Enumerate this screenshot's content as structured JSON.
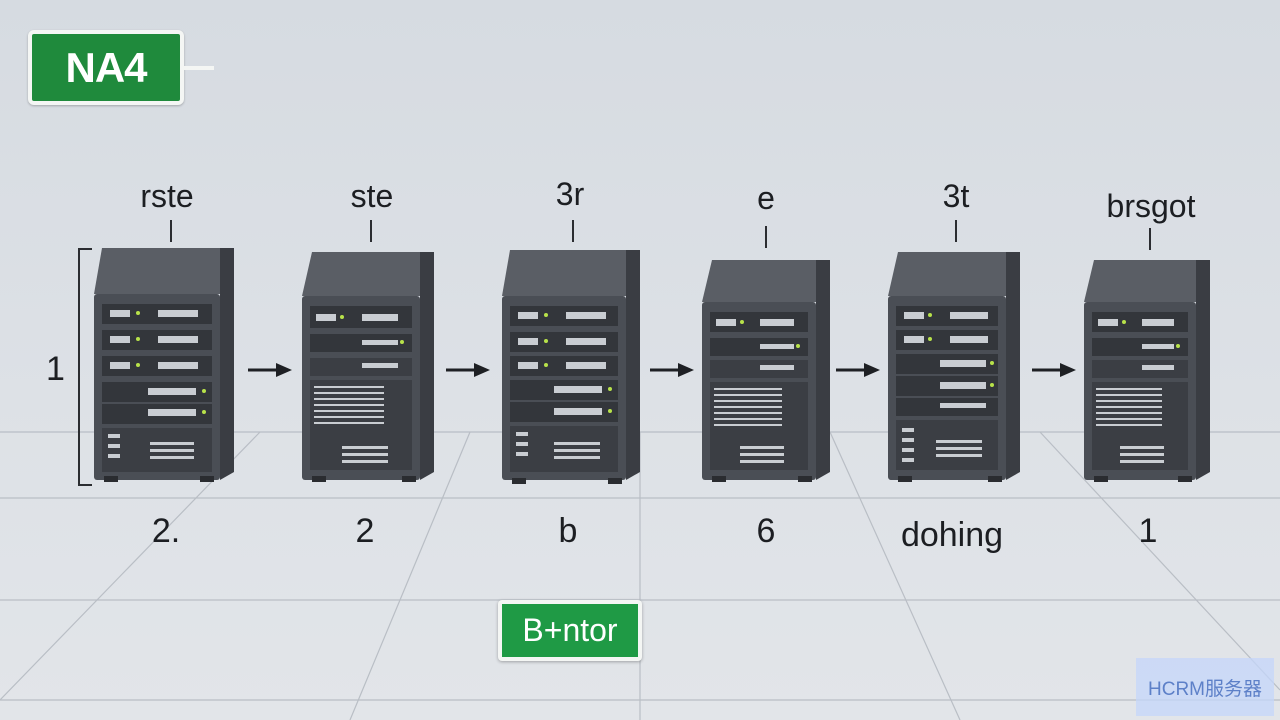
{
  "logo": {
    "text": "NA4"
  },
  "side_label": "1",
  "servers": [
    {
      "top_label": "rste",
      "bottom_label": "2.",
      "variant": "a"
    },
    {
      "top_label": "ste",
      "bottom_label": "2",
      "variant": "b"
    },
    {
      "top_label": "3r",
      "bottom_label": "b",
      "variant": "a"
    },
    {
      "top_label": "e",
      "bottom_label": "6",
      "variant": "b"
    },
    {
      "top_label": "3t",
      "bottom_label": "dohing",
      "variant": "a"
    },
    {
      "top_label": "brsgot",
      "bottom_label": "1",
      "variant": "b"
    }
  ],
  "action_button": {
    "label": "B+ntor"
  },
  "watermark": {
    "text": "HCRM服务器"
  },
  "colors": {
    "accent_green": "#1f8a3c",
    "server_body": "#4a4e55",
    "background": "#dadee3"
  }
}
